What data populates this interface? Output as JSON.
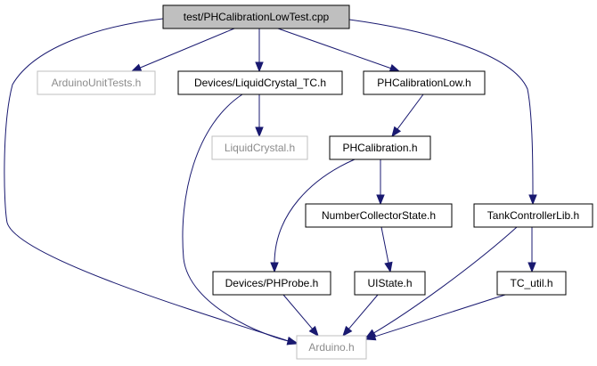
{
  "diagram": {
    "colors": {
      "edge": "#191970",
      "root_fill": "#bfbfbf",
      "missing_stroke": "#bfbfbf",
      "missing_text": "#8c8c8c",
      "file_stroke": "#000000"
    },
    "nodes": [
      {
        "id": "root",
        "label": "test/PHCalibrationLowTest.cpp",
        "kind": "root"
      },
      {
        "id": "aut",
        "label": "ArduinoUnitTests.h",
        "kind": "missing"
      },
      {
        "id": "lctc",
        "label": "Devices/LiquidCrystal_TC.h",
        "kind": "file"
      },
      {
        "id": "phcl",
        "label": "PHCalibrationLow.h",
        "kind": "file"
      },
      {
        "id": "lc",
        "label": "LiquidCrystal.h",
        "kind": "missing"
      },
      {
        "id": "phc",
        "label": "PHCalibration.h",
        "kind": "file"
      },
      {
        "id": "ncs",
        "label": "NumberCollectorState.h",
        "kind": "file"
      },
      {
        "id": "tcl",
        "label": "TankControllerLib.h",
        "kind": "file"
      },
      {
        "id": "php",
        "label": "Devices/PHProbe.h",
        "kind": "file"
      },
      {
        "id": "uis",
        "label": "UIState.h",
        "kind": "file"
      },
      {
        "id": "tcu",
        "label": "TC_util.h",
        "kind": "file"
      },
      {
        "id": "ard",
        "label": "Arduino.h",
        "kind": "missing"
      }
    ],
    "edges": [
      {
        "from": "root",
        "to": "aut"
      },
      {
        "from": "root",
        "to": "lctc"
      },
      {
        "from": "root",
        "to": "phcl"
      },
      {
        "from": "root",
        "to": "tcl"
      },
      {
        "from": "root",
        "to": "ard"
      },
      {
        "from": "lctc",
        "to": "lc"
      },
      {
        "from": "lctc",
        "to": "ard"
      },
      {
        "from": "phcl",
        "to": "phc"
      },
      {
        "from": "phc",
        "to": "ncs"
      },
      {
        "from": "phc",
        "to": "php"
      },
      {
        "from": "ncs",
        "to": "uis"
      },
      {
        "from": "php",
        "to": "ard"
      },
      {
        "from": "uis",
        "to": "ard"
      },
      {
        "from": "tcl",
        "to": "tcu"
      },
      {
        "from": "tcl",
        "to": "ard"
      },
      {
        "from": "tcu",
        "to": "ard"
      }
    ]
  }
}
